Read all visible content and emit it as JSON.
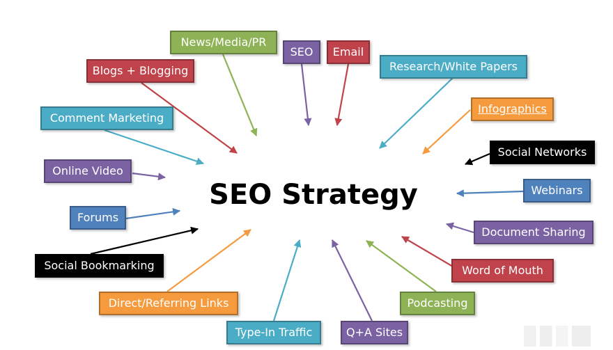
{
  "center_title": "SEO Strategy",
  "colors": {
    "green": "#8db356",
    "purple": "#7a62a3",
    "red": "#c0424a",
    "teal": "#4bacc6",
    "orange": "#f69a3e",
    "black": "#000000",
    "blue": "#4f81bd"
  },
  "nodes": [
    {
      "id": "news-media-pr",
      "label": "News/Media/PR",
      "color": "#8db356"
    },
    {
      "id": "seo",
      "label": "SEO",
      "color": "#7a62a3"
    },
    {
      "id": "email",
      "label": "Email",
      "color": "#c0424a"
    },
    {
      "id": "research-white-papers",
      "label": "Research/White Papers",
      "color": "#4bacc6"
    },
    {
      "id": "blogs-blogging",
      "label": "Blogs + Blogging",
      "color": "#c0424a"
    },
    {
      "id": "infographics",
      "label": "Infographics",
      "color": "#f69a3e"
    },
    {
      "id": "comment-marketing",
      "label": "Comment Marketing",
      "color": "#4bacc6"
    },
    {
      "id": "social-networks",
      "label": "Social Networks",
      "color": "#000000"
    },
    {
      "id": "online-video",
      "label": "Online Video",
      "color": "#7a62a3"
    },
    {
      "id": "webinars",
      "label": "Webinars",
      "color": "#4f81bd"
    },
    {
      "id": "forums",
      "label": "Forums",
      "color": "#4f81bd"
    },
    {
      "id": "document-sharing",
      "label": "Document Sharing",
      "color": "#7a62a3"
    },
    {
      "id": "social-bookmarking",
      "label": "Social Bookmarking",
      "color": "#000000"
    },
    {
      "id": "word-of-mouth",
      "label": "Word of Mouth",
      "color": "#c0424a"
    },
    {
      "id": "direct-referring-links",
      "label": "Direct/Referring Links",
      "color": "#f69a3e"
    },
    {
      "id": "podcasting",
      "label": "Podcasting",
      "color": "#8db356"
    },
    {
      "id": "type-in-traffic",
      "label": "Type-In Traffic",
      "color": "#4bacc6"
    },
    {
      "id": "qa-sites",
      "label": "Q+A Sites",
      "color": "#7a62a3"
    }
  ]
}
